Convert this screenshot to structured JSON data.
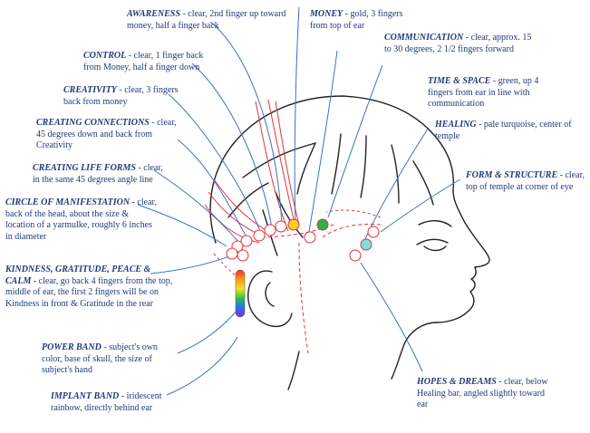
{
  "colors": {
    "text": "#1f3a78",
    "leader_line": "#3a6fc9",
    "band_line": "#e0343a",
    "head_outline": "#222222",
    "money_gold": "#f1d21e",
    "time_space_green": "#2fb04a",
    "healing_turquoise": "#7fdfe0"
  },
  "labels": {
    "awareness": {
      "name": "AWARENESS",
      "text": " - clear, 2nd finger up toward money, half a finger back"
    },
    "control": {
      "name": "CONTROL",
      "text": " - clear, 1 finger back from Money, half a finger down"
    },
    "creativity": {
      "name": "CREATIVITY",
      "text": " - clear, 3 fingers back from money"
    },
    "creating_connections": {
      "name": "CREATING CONNECTIONS",
      "text": " - clear, 45 degrees down and back from Creativity"
    },
    "creating_life_forms": {
      "name": "CREATING LIFE FORMS",
      "text": " - clear, in the same 45 degrees angle line"
    },
    "circle_of_manifestation": {
      "name": "CIRCLE OF MANIFESTATION",
      "text": " - clear, back of the head, about the size & location of a yarmulke, roughly 6 inches in diameter"
    },
    "kindness": {
      "name": "KINDNESS, GRATITUDE, PEACE & CALM",
      "text": " - clear, go back 4 fingers from the top, middle of ear, the first 2 fingers will be on Kindness in front & Gratitude in the rear"
    },
    "power_band": {
      "name": "POWER BAND",
      "text": " - subject's own color, base of skull, the size of subject's hand"
    },
    "implant_band": {
      "name": "IMPLANT BAND",
      "text": " - iridescent rainbow, directly behind ear"
    },
    "money": {
      "name": "MONEY",
      "text": " - gold, 3 fingers from top of ear"
    },
    "communication": {
      "name": "COMMUNICATION",
      "text": " - clear, approx. 15 to 30 degrees, 2 1/2 fingers forward"
    },
    "time_space": {
      "name": "TIME & SPACE",
      "text": " - green, up 4 fingers from ear in line with communication"
    },
    "healing": {
      "name": "HEALING",
      "text": " - pale turquoise, center of temple"
    },
    "form_structure": {
      "name": "FORM & STRUCTURE",
      "text": " - clear, top of temple at corner of eye"
    },
    "hopes_dreams": {
      "name": "HOPES & DREAMS",
      "text": " - clear, below Healing bar, angled slightly toward ear"
    }
  }
}
